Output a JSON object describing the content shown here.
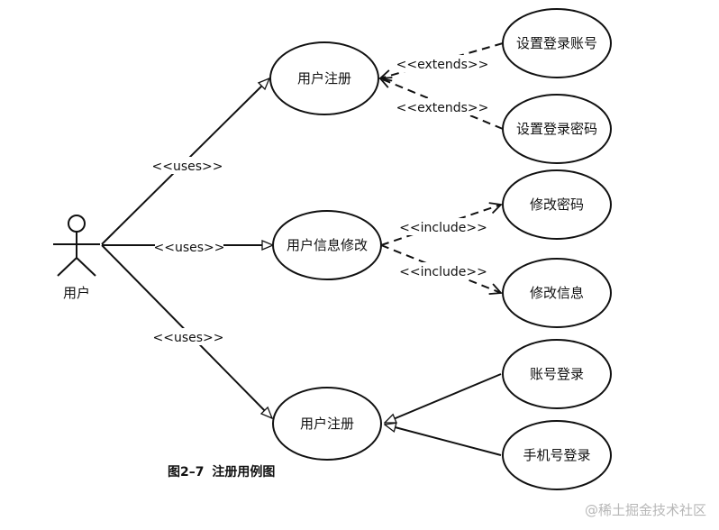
{
  "actor": {
    "label": "用户"
  },
  "use_cases": {
    "register_top": "用户注册",
    "info_edit": "用户信息修改",
    "register_bottom": "用户注册",
    "set_account": "设置登录账号",
    "set_password": "设置登录密码",
    "edit_password": "修改密码",
    "edit_info": "修改信息",
    "login_account": "账号登录",
    "login_phone": "手机号登录"
  },
  "edge_labels": {
    "uses_top": "<<uses>>",
    "uses_mid": "<<uses>>",
    "uses_bottom": "<<uses>>",
    "extends_1": "<<extends>>",
    "extends_2": "<<extends>>",
    "include_1": "<<include>>",
    "include_2": "<<include>>"
  },
  "caption": {
    "figure": "图2–7",
    "title": "注册用例图"
  },
  "watermark": "@稀土掘金技术社区"
}
